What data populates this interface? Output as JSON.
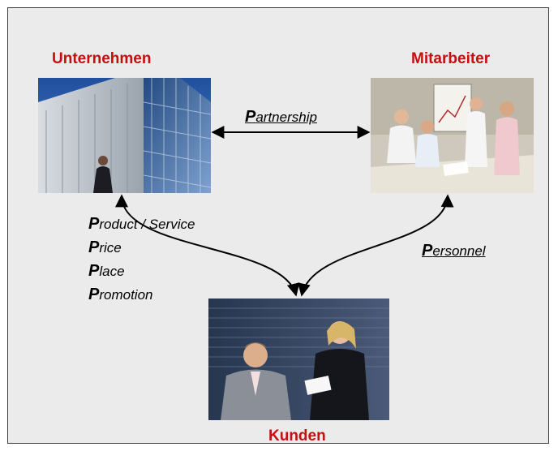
{
  "nodes": {
    "company": {
      "title": "Unternehmen"
    },
    "employees": {
      "title": "Mitarbeiter"
    },
    "customers": {
      "title": "Kunden"
    }
  },
  "relations": {
    "partnership": {
      "initial": "P",
      "rest": "artnership"
    },
    "personnel": {
      "initial": "P",
      "rest": "ersonnel"
    },
    "marketing_mix": [
      {
        "initial": "P",
        "rest": "roduct / Service"
      },
      {
        "initial": "P",
        "rest": "rice"
      },
      {
        "initial": "P",
        "rest": "lace"
      },
      {
        "initial": "P",
        "rest": "romotion"
      }
    ]
  },
  "colors": {
    "title": "#c41010",
    "background": "#ebebeb",
    "arrow": "#000000"
  }
}
